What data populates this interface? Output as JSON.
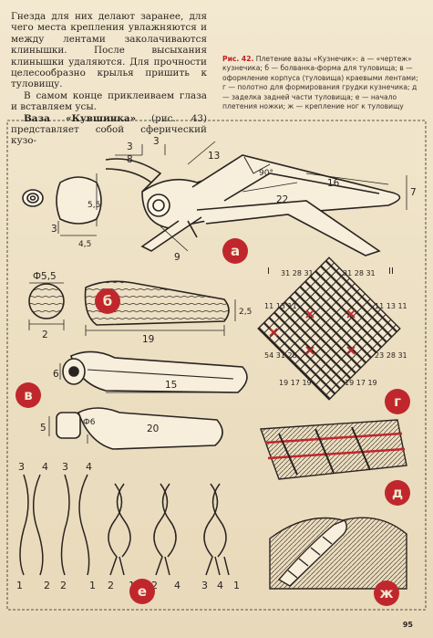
{
  "body": {
    "p1": "Гнезда для них делают заранее, для чего места крепления увлажняются и между лентами заколачиваются клинышки. После высыхания клинышки удаляются. Для прочности целесообразно крылья пришить к туловищу.",
    "p2": "В самом конце приклеиваем глаза и вставляем усы.",
    "p3_title": "Ваза «Кувшинка»",
    "p3_rest": " (рис. 43) представляет собой сферический кузо-"
  },
  "caption": {
    "fig": "Рис. 42.",
    "text": " Плетение вазы «Кузнечик»: а — «чертеж» кузнечика; б — болванка-форма для туловища; в — оформление корпуса (туловища) краевыми лентами; г — полотно для формирования грудки кузнечика; д — заделка задней части туловища; е — начало плетения ножки; ж — крепление ног к туловищу"
  },
  "labels": {
    "a": "а",
    "b": "б",
    "v": "в",
    "g": "г",
    "d": "д",
    "e": "е",
    "zh": "ж"
  },
  "dims": {
    "d3a": "3",
    "d8": "8",
    "d3b": "3",
    "d13": "13",
    "d90": "90°",
    "d16": "16",
    "d22": "22",
    "d7": "7",
    "d55": "5,5",
    "d45": "4,5",
    "d3c": "3",
    "d9": "9",
    "d55b": "Ф5,5",
    "d2": "2",
    "d19": "19",
    "d25": "2,5",
    "d6": "6",
    "d15": "15",
    "d5": "5",
    "d6b": "Ф6",
    "d20": "20"
  },
  "grid_labels": {
    "I": "I",
    "II": "II",
    "top_left": "31 28 31",
    "top_right": "31 28 31",
    "left_top": "11 13 11",
    "right_top": "11 13 11",
    "left_bot": "54 31 28",
    "right_bot": "23 28 31",
    "bot_left": "19 17 19",
    "bot_right": "19 17 19"
  },
  "braid_numbers": {
    "top": [
      "3",
      "4",
      "3",
      "4"
    ],
    "bottom": [
      "1",
      "2",
      "2",
      "1",
      "2",
      "1",
      "2",
      "4",
      "3",
      "4",
      "1"
    ]
  },
  "page_number": "95",
  "colors": {
    "accent": "#c0272d",
    "ink": "#2a2420",
    "paper": "#efe3c8"
  }
}
